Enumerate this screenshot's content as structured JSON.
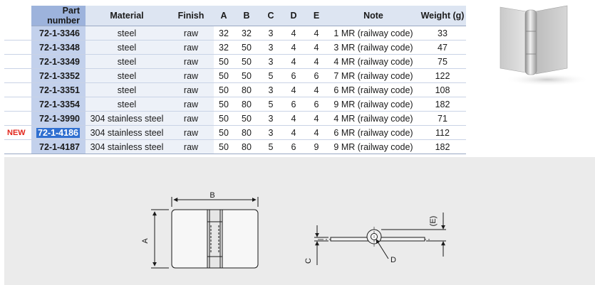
{
  "table": {
    "headers": {
      "part_number": "Part number",
      "material": "Material",
      "finish": "Finish",
      "a": "A",
      "b": "B",
      "c": "C",
      "d": "D",
      "e": "E",
      "note": "Note",
      "weight": "Weight (g)"
    },
    "new_badge": "NEW",
    "rows": [
      {
        "part_number": "72-1-3346",
        "material": "steel",
        "finish": "raw",
        "a": "32",
        "b": "32",
        "c": "3",
        "d": "4",
        "e": "4",
        "note": "1 MR (railway code)",
        "weight": "33"
      },
      {
        "part_number": "72-1-3348",
        "material": "steel",
        "finish": "raw",
        "a": "32",
        "b": "50",
        "c": "3",
        "d": "4",
        "e": "4",
        "note": "3 MR (railway code)",
        "weight": "47"
      },
      {
        "part_number": "72-1-3349",
        "material": "steel",
        "finish": "raw",
        "a": "50",
        "b": "50",
        "c": "3",
        "d": "4",
        "e": "4",
        "note": "4 MR (railway code)",
        "weight": "75"
      },
      {
        "part_number": "72-1-3352",
        "material": "steel",
        "finish": "raw",
        "a": "50",
        "b": "50",
        "c": "5",
        "d": "6",
        "e": "6",
        "note": "7 MR (railway code)",
        "weight": "122"
      },
      {
        "part_number": "72-1-3351",
        "material": "steel",
        "finish": "raw",
        "a": "50",
        "b": "80",
        "c": "3",
        "d": "4",
        "e": "4",
        "note": "6 MR (railway code)",
        "weight": "108"
      },
      {
        "part_number": "72-1-3354",
        "material": "steel",
        "finish": "raw",
        "a": "50",
        "b": "80",
        "c": "5",
        "d": "6",
        "e": "6",
        "note": "9 MR (railway code)",
        "weight": "182"
      },
      {
        "part_number": "72-1-3990",
        "material": "304 stainless steel",
        "finish": "raw",
        "a": "50",
        "b": "50",
        "c": "3",
        "d": "4",
        "e": "4",
        "note": "4 MR (railway code)",
        "weight": "71"
      },
      {
        "part_number": "72-1-4186",
        "material": "304 stainless steel",
        "finish": "raw",
        "a": "50",
        "b": "80",
        "c": "3",
        "d": "4",
        "e": "4",
        "note": "6 MR (railway code)",
        "weight": "112"
      },
      {
        "part_number": "72-1-4187",
        "material": "304 stainless steel",
        "finish": "raw",
        "a": "50",
        "b": "80",
        "c": "5",
        "d": "6",
        "e": "9",
        "note": "9 MR (railway code)",
        "weight": "182"
      }
    ]
  },
  "drawing": {
    "dim_a": "A",
    "dim_b": "B",
    "dim_c": "C",
    "dim_d": "D",
    "dim_e": "(E)"
  },
  "colors": {
    "new_badge": "#e2261c",
    "part_number_header": "#9db3dc",
    "part_number_column": "#c3d1ec",
    "selected_part": "#2f6fd0",
    "drawing_background": "#ebebeb"
  }
}
